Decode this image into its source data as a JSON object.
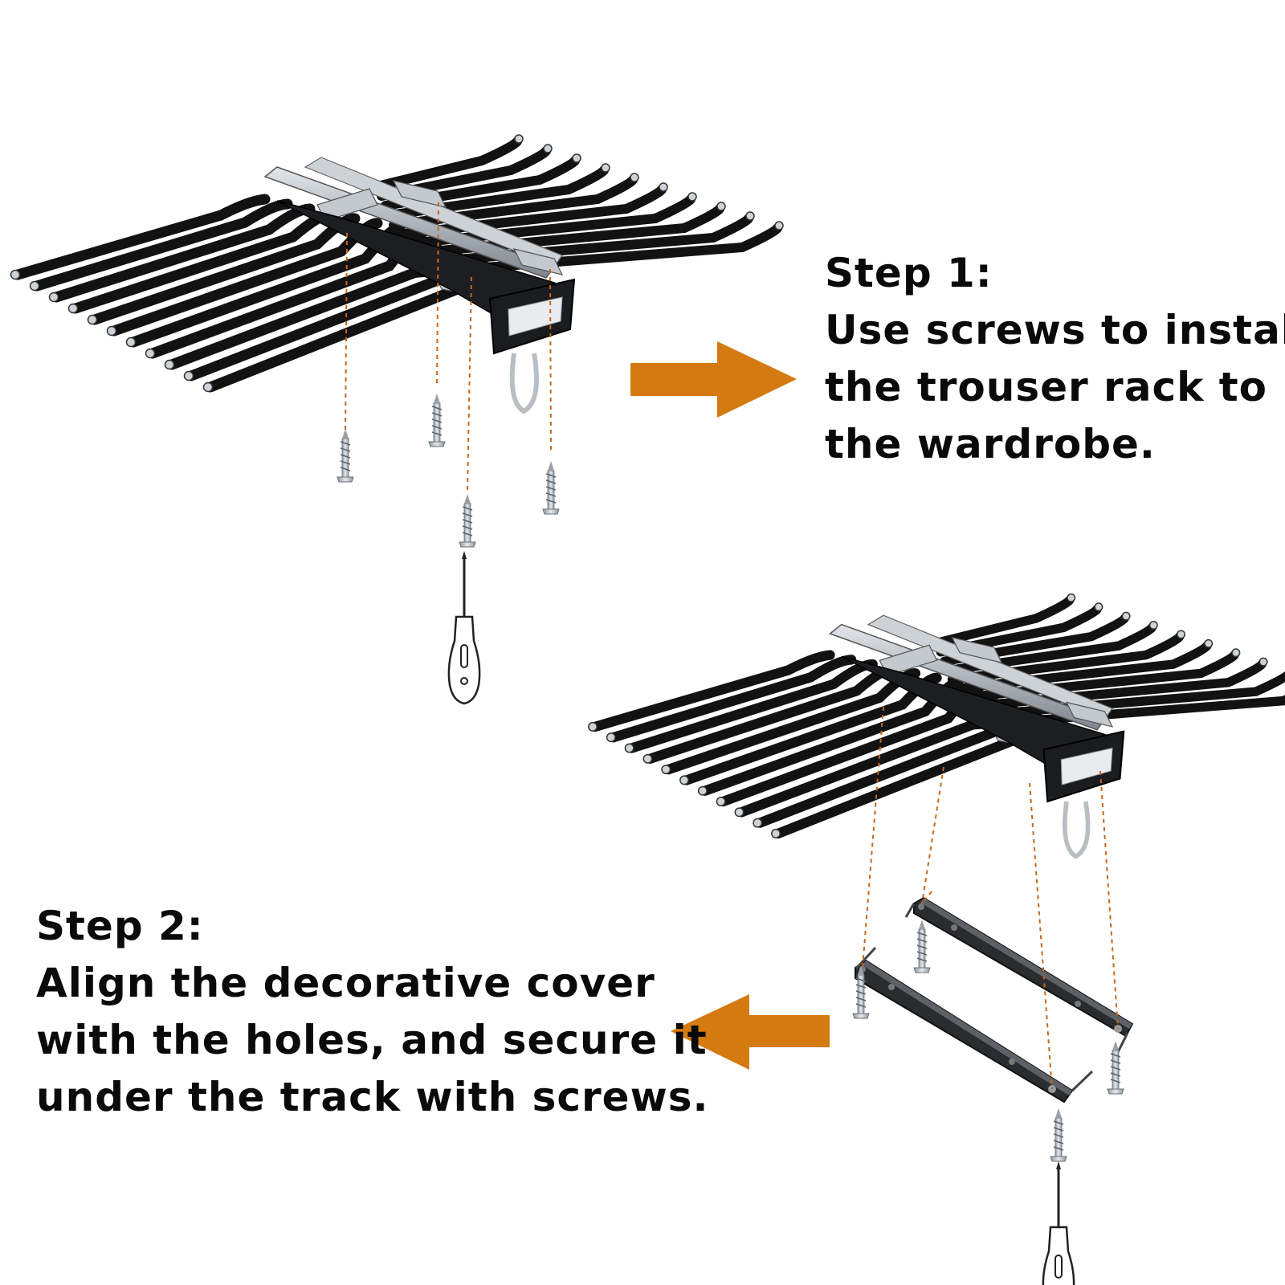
{
  "step1": {
    "title": "Step 1:",
    "lines": [
      "Use screws to install",
      "the trouser rack to",
      "the wardrobe."
    ]
  },
  "step2": {
    "title": "Step 2:",
    "lines": [
      "Align the decorative cover",
      "with the holes, and secure it",
      "under the track with screws."
    ]
  },
  "colors": {
    "arrow": "#d47a10",
    "guide_line": "#c8661a",
    "rod": "#121212",
    "metal": "#b8bec6"
  },
  "icons": [
    "trouser-rack-icon",
    "screw-icon",
    "screwdriver-icon",
    "decorative-cover-icon",
    "arrow-right-icon",
    "arrow-left-icon"
  ]
}
